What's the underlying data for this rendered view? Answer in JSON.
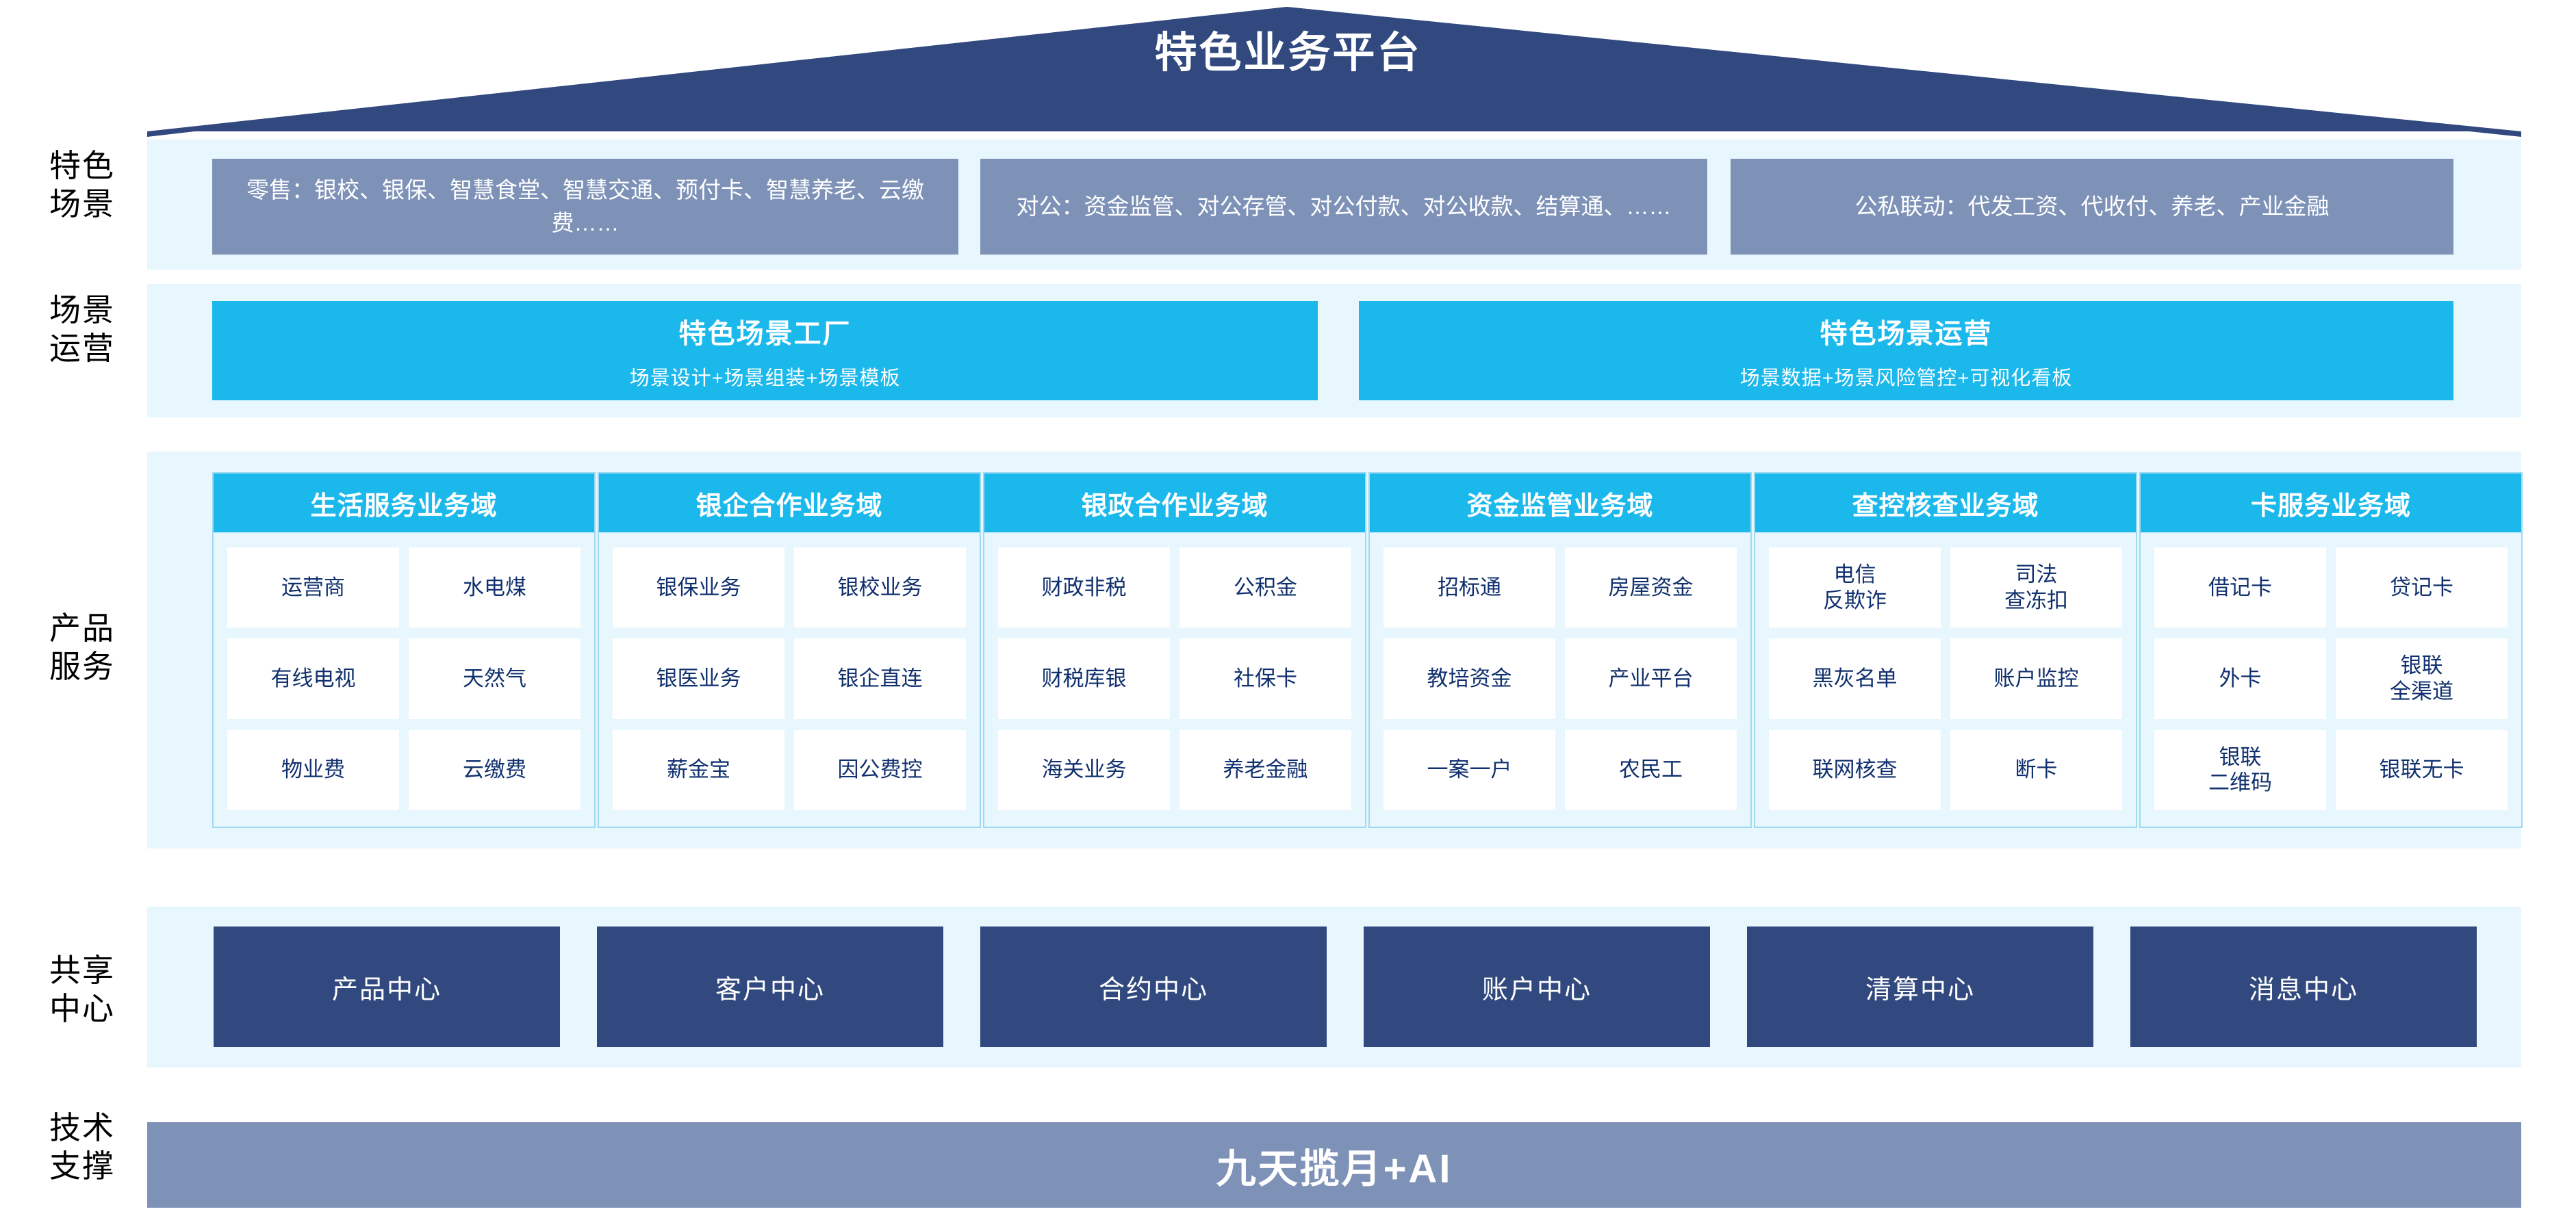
{
  "banner": {
    "title": "特色业务平台",
    "color": "#31497e"
  },
  "rows": {
    "scenarios": {
      "label": "特色\n场景"
    },
    "operations": {
      "label": "场景\n运营"
    },
    "products": {
      "label": "产品\n服务"
    },
    "shared": {
      "label": "共享\n中心"
    },
    "tech": {
      "label": "技术\n支撑"
    }
  },
  "scenarios": {
    "boxes": [
      {
        "text": "零售：银校、银保、智慧食堂、智慧交通、预付卡、智慧养老、云缴费……"
      },
      {
        "text": "对公：资金监管、对公存管、对公付款、对公收款、结算通、……"
      },
      {
        "text": "公私联动：代发工资、代收付、养老、产业金融"
      }
    ],
    "box_color": "#7e92b8"
  },
  "operations": {
    "boxes": [
      {
        "title": "特色场景工厂",
        "subtitle": "场景设计+场景组装+场景模板"
      },
      {
        "title": "特色场景运营",
        "subtitle": "场景数据+场景风险管控+可视化看板"
      }
    ],
    "box_color": "#1bb8ec"
  },
  "products": {
    "header_color": "#1bb8ec",
    "panel_color": "#e8f7fd",
    "cell_color": "#ffffff",
    "text_color": "#10306e",
    "columns": [
      {
        "title": "生活服务业务域",
        "items": [
          "运营商",
          "水电煤",
          "有线电视",
          "天然气",
          "物业费",
          "云缴费"
        ]
      },
      {
        "title": "银企合作业务域",
        "items": [
          "银保业务",
          "银校业务",
          "银医业务",
          "银企直连",
          "薪金宝",
          "因公费控"
        ]
      },
      {
        "title": "银政合作业务域",
        "items": [
          "财政非税",
          "公积金",
          "财税库银",
          "社保卡",
          "海关业务",
          "养老金融"
        ]
      },
      {
        "title": "资金监管业务域",
        "items": [
          "招标通",
          "房屋资金",
          "教培资金",
          "产业平台",
          "一案一户",
          "农民工"
        ]
      },
      {
        "title": "查控核查业务域",
        "items": [
          "电信\n反欺诈",
          "司法\n查冻扣",
          "黑灰名单",
          "账户监控",
          "联网核查",
          "断卡"
        ]
      },
      {
        "title": "卡服务业务域",
        "items": [
          "借记卡",
          "贷记卡",
          "外卡",
          "银联\n全渠道",
          "银联\n二维码",
          "银联无卡"
        ]
      }
    ]
  },
  "shared_centers": {
    "box_color": "#31497e",
    "items": [
      "产品中心",
      "客户中心",
      "合约中心",
      "账户中心",
      "清算中心",
      "消息中心"
    ]
  },
  "tech_support": {
    "bar_color": "#7e92b8",
    "text": "九天揽月+AI"
  }
}
